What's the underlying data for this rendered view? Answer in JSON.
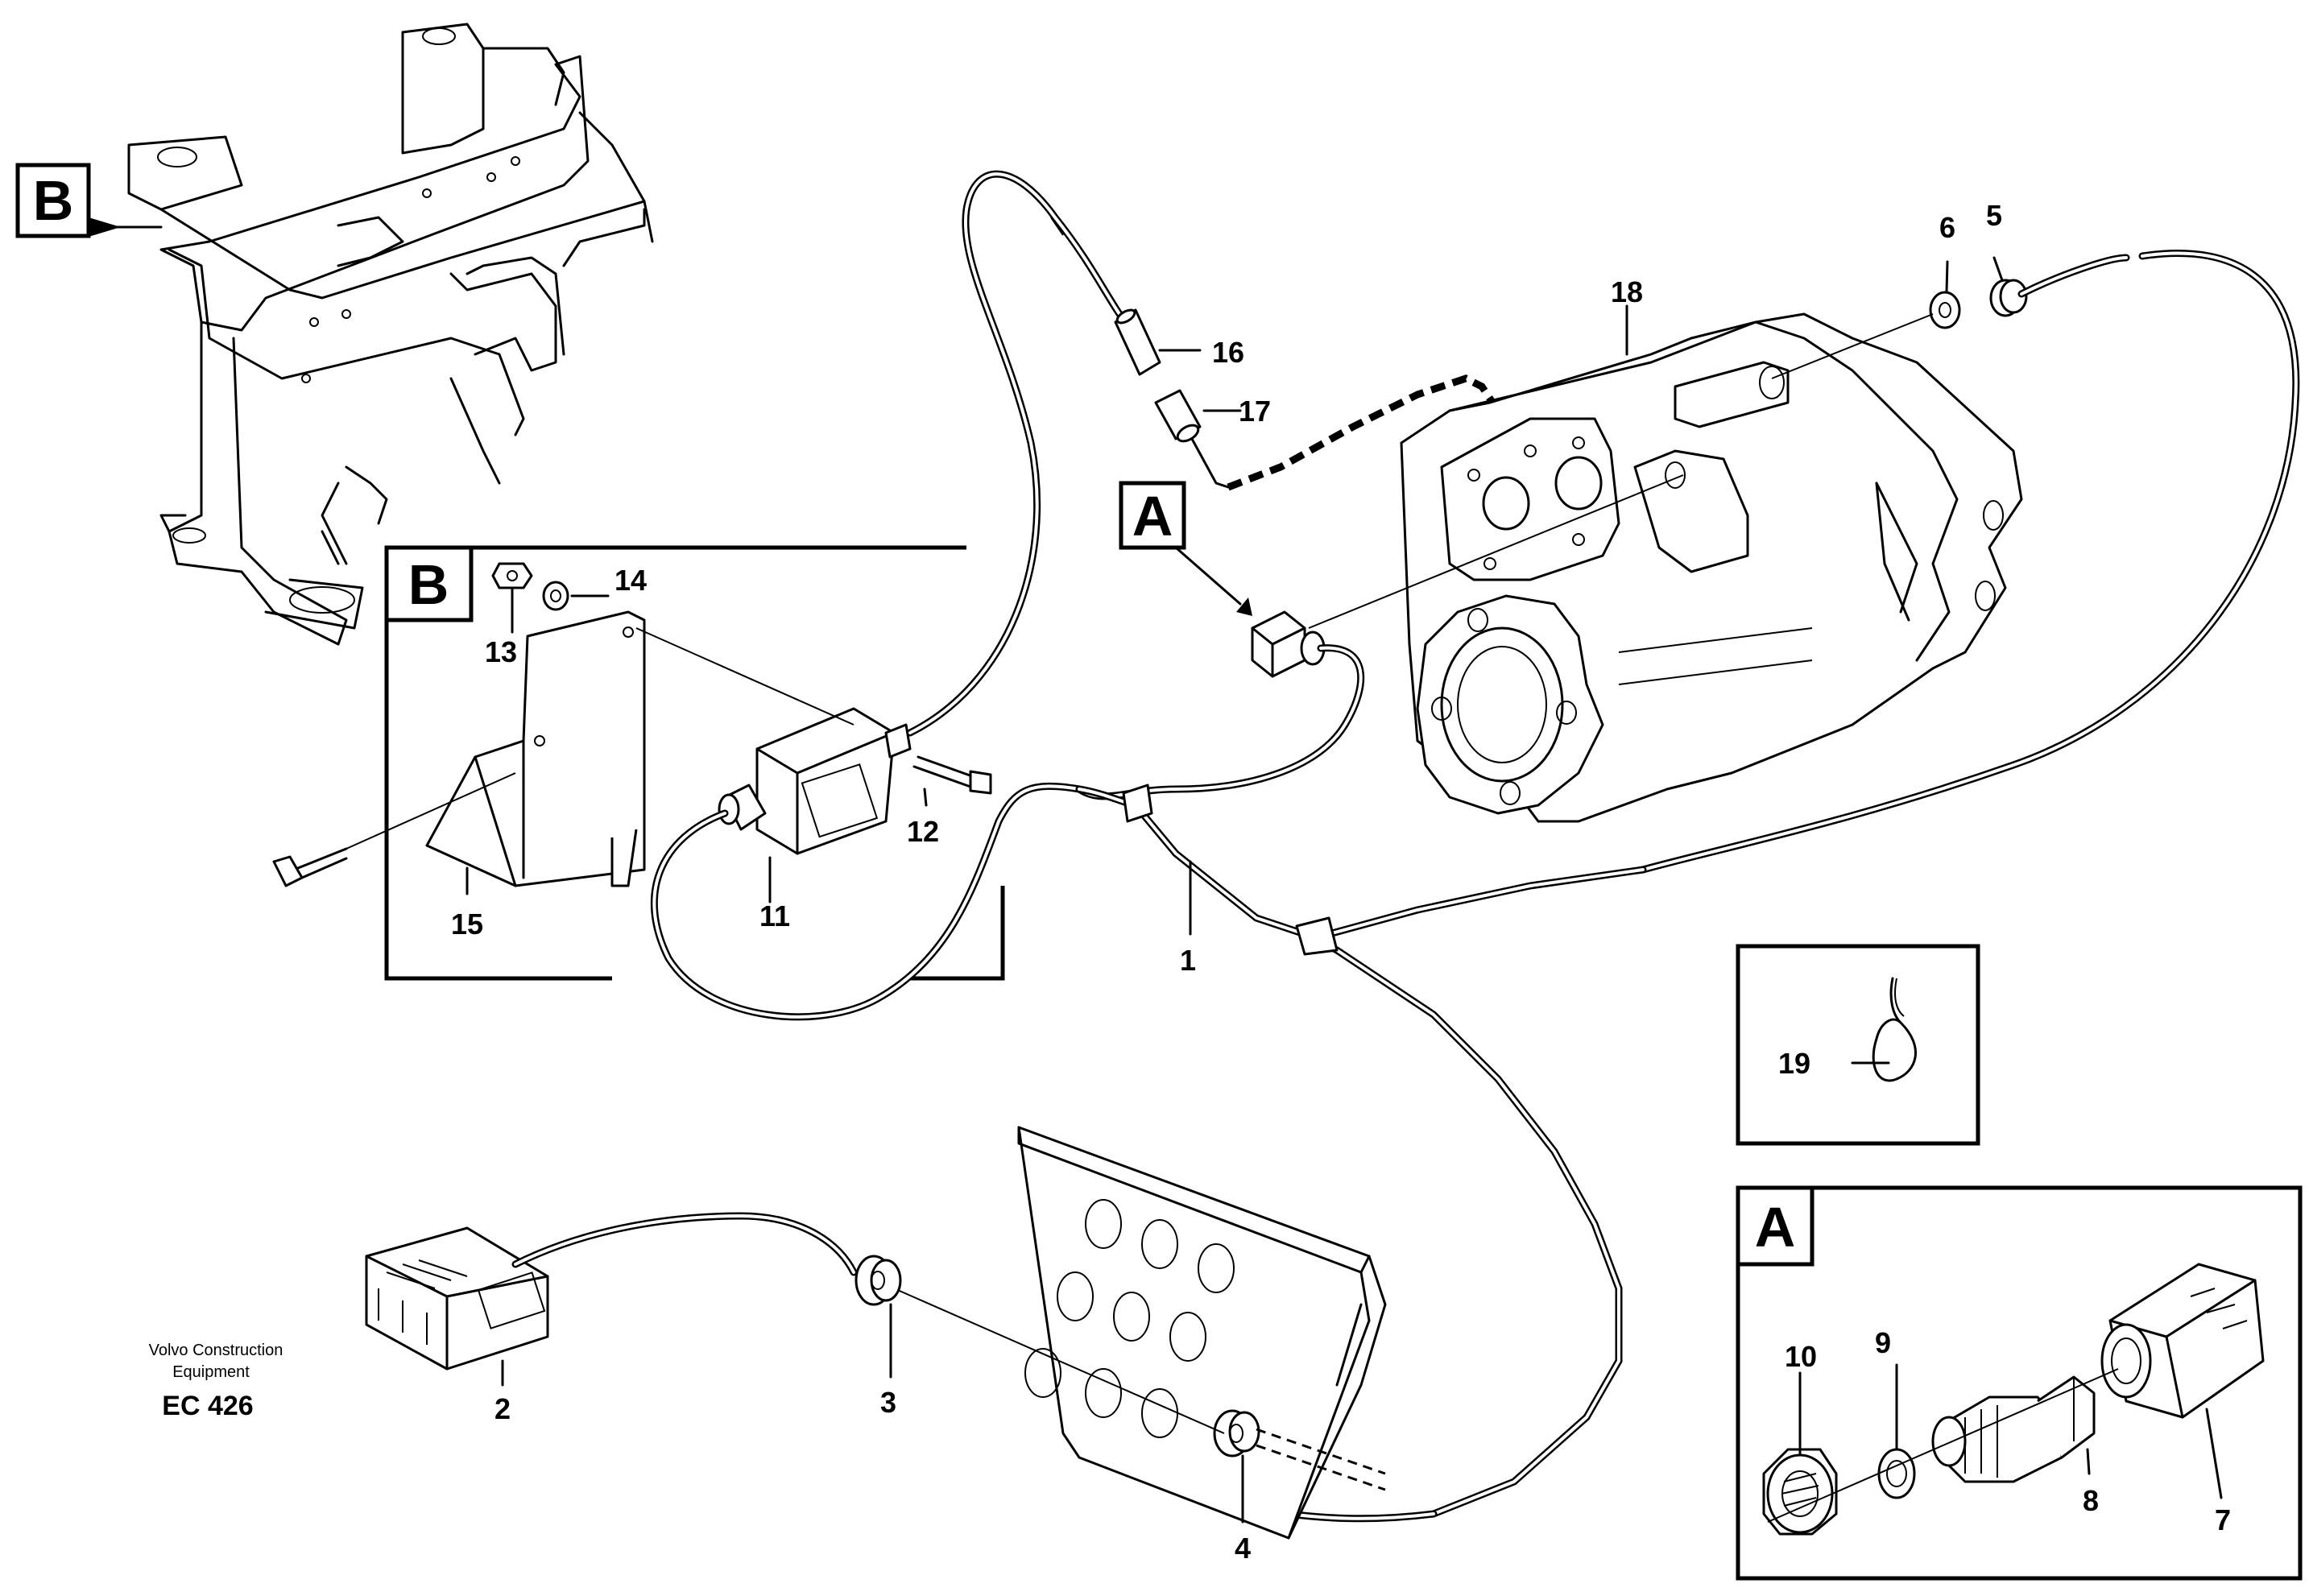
{
  "detail_labels": {
    "detail_b_frame": "B",
    "detail_b_box": "B",
    "detail_a_pointer": "A",
    "detail_a_box": "A"
  },
  "part_numbers": {
    "p1": "1",
    "p2": "2",
    "p3": "3",
    "p4": "4",
    "p5": "5",
    "p6": "6",
    "p7": "7",
    "p8": "8",
    "p9": "9",
    "p10": "10",
    "p11": "11",
    "p12": "12",
    "p13": "13",
    "p14": "14",
    "p15": "15",
    "p16": "16",
    "p17": "17",
    "p18": "18",
    "p19": "19"
  },
  "footer": {
    "company_line1": "Volvo Construction",
    "company_line2": "Equipment",
    "code": "EC 426"
  }
}
